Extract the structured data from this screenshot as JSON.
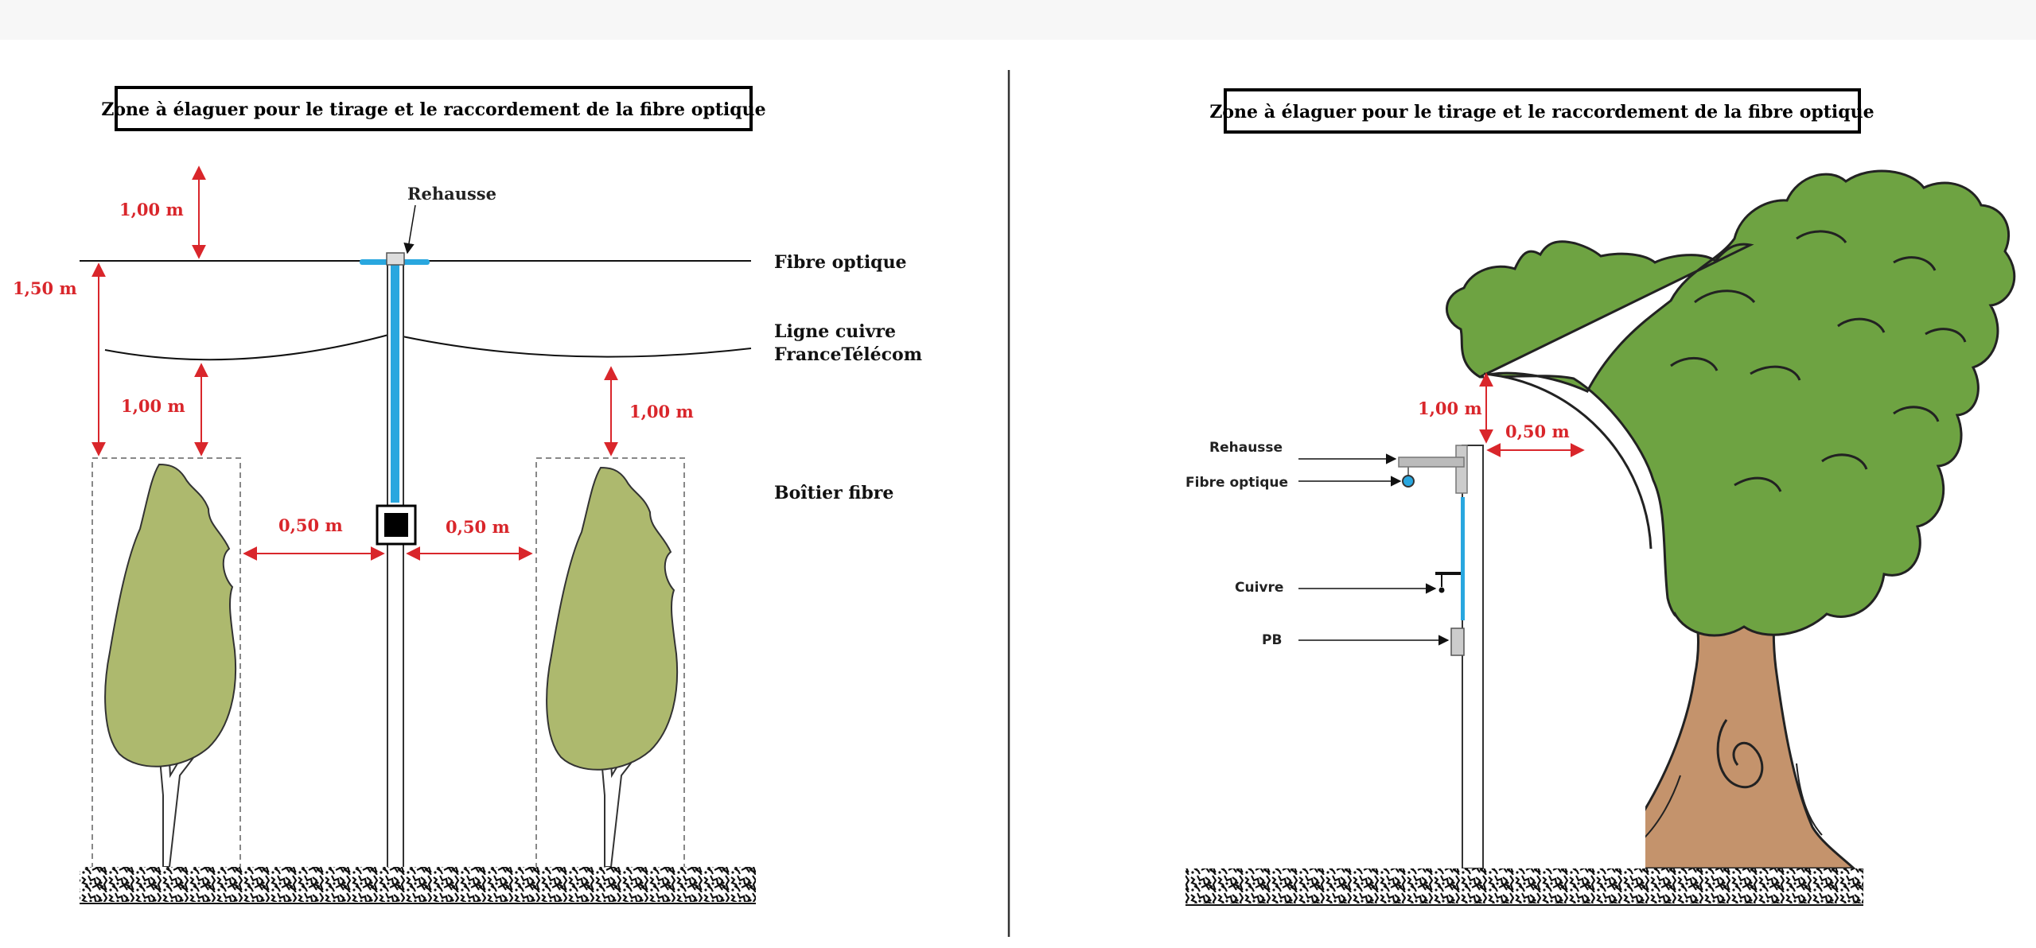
{
  "left_panel": {
    "title": "Zone à élaguer pour le tirage et le raccordement de la fibre optique",
    "labels": {
      "rehausse": "Rehausse",
      "fibre_optique": "Fibre optique",
      "ligne_cuivre_1": "Ligne cuivre",
      "ligne_cuivre_2": "FranceTélécom",
      "boitier_fibre": "Boîtier fibre"
    },
    "dimensions": {
      "top_clearance": "1,00 m",
      "total_height": "1,50 m",
      "left_tree_clearance": "1,00 m",
      "right_tree_clearance": "1,00 m",
      "left_lateral": "0,50 m",
      "right_lateral": "0,50 m"
    }
  },
  "right_panel": {
    "title": "Zone à élaguer pour le tirage et le raccordement de la fibre optique",
    "labels": {
      "rehausse": "Rehausse",
      "fibre_optique": "Fibre optique",
      "cuivre": "Cuivre",
      "pb": "PB"
    },
    "dimensions": {
      "vertical_clearance": "1,00 m",
      "lateral_clearance": "0,50 m"
    }
  },
  "colors": {
    "dimension_red": "#d9262b",
    "fibre_blue": "#29a7df",
    "cypress_green": "#adb96e",
    "oak_green": "#6ea342",
    "trunk_brown": "#c4936c"
  }
}
